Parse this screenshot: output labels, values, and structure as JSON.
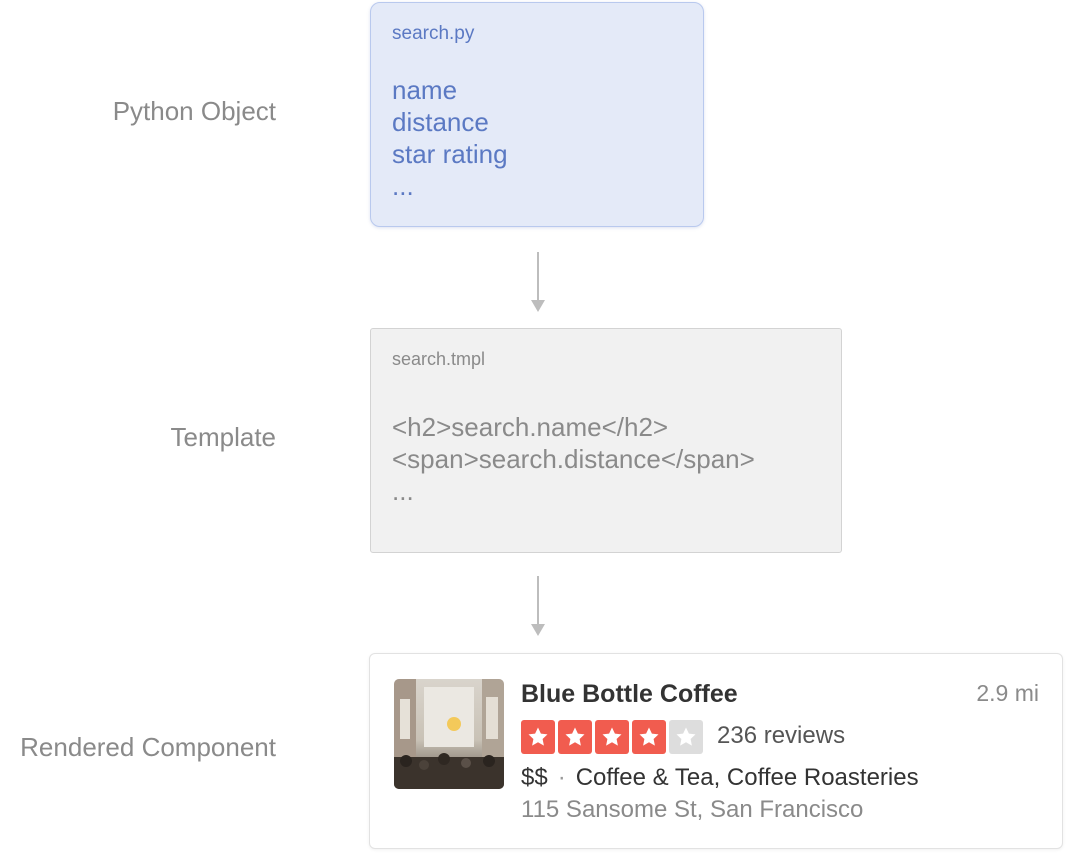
{
  "labels": {
    "python_object": "Python Object",
    "template": "Template",
    "rendered_component": "Rendered Component"
  },
  "python_box": {
    "filename": "search.py",
    "fields": [
      "name",
      "distance",
      "star rating",
      "..."
    ],
    "bg_color": "#e4eaf8",
    "text_color": "#5b79c3"
  },
  "template_box": {
    "filename": "search.tmpl",
    "lines": [
      "<h2>search.name</h2>",
      "<span>search.distance</span>",
      "..."
    ]
  },
  "result": {
    "name": "Blue Bottle Coffee",
    "distance": "2.9 mi",
    "rating": 4,
    "max_rating": 5,
    "reviews": "236 reviews",
    "price": "$$",
    "separator": "·",
    "categories": "Coffee & Tea, Coffee Roasteries",
    "address": "115 Sansome St, San Francisco",
    "star_color": "#f15c4f",
    "star_empty_color": "#dddddd",
    "photo_icon": "cafe-photo-icon"
  }
}
